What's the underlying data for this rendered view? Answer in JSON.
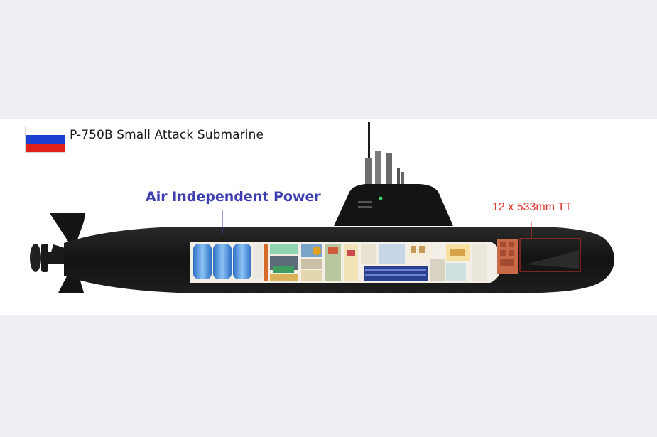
{
  "header": {
    "title": "P-750B Small Attack Submarine",
    "flag": {
      "icon": "russia-flag-icon",
      "colors": [
        "#ffffff",
        "#1c3fd1",
        "#e0201a"
      ]
    }
  },
  "annotations": {
    "air_independent_power": "Air Independent Power",
    "torpedo_tubes": "12 x 533mm TT"
  },
  "colors": {
    "hull": "#141414",
    "aip_label": "#3d3fb0",
    "tt_label": "#e0302a",
    "aip_tanks": "#4a90e2"
  }
}
